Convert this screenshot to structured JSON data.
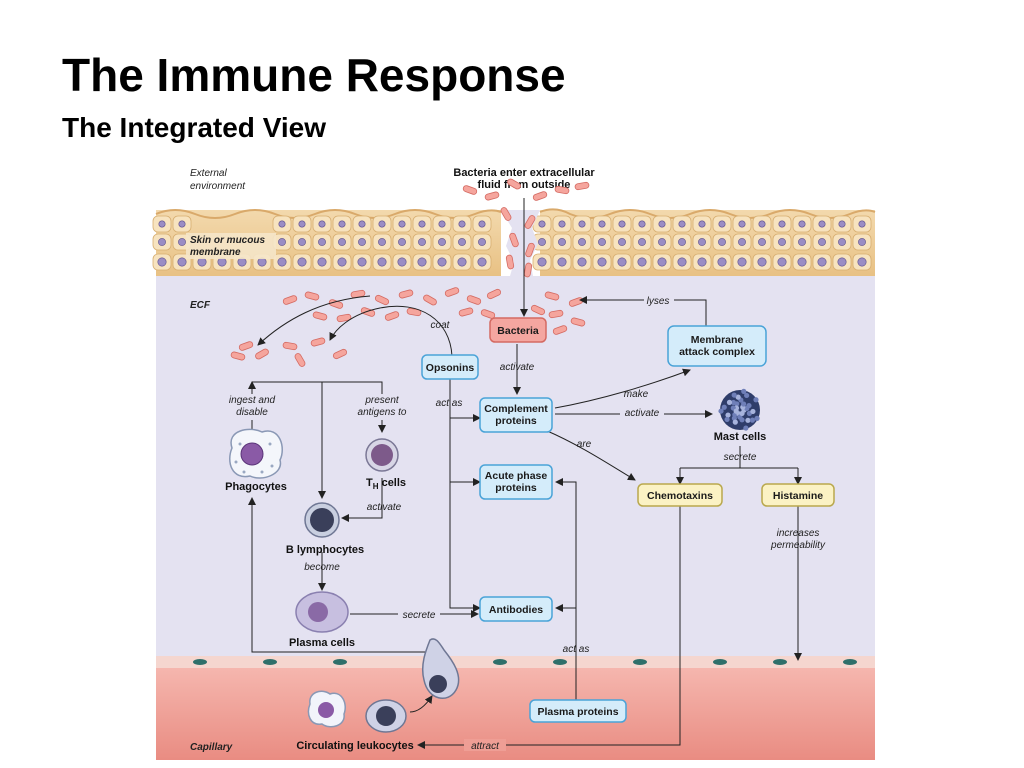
{
  "header": {
    "title": "The Immune Response",
    "subtitle": "The Integrated View"
  },
  "regions": {
    "external": [
      "External",
      "environment"
    ],
    "skin": [
      "Skin or mucous",
      "membrane"
    ],
    "ecf": "ECF",
    "capillary": "Capillary"
  },
  "top_note": [
    "Bacteria enter extracellular",
    "fluid from outside"
  ],
  "boxes": {
    "bacteria": [
      "Bacteria"
    ],
    "opsonins": [
      "Opsonins"
    ],
    "complement": [
      "Complement",
      "proteins"
    ],
    "acute_phase": [
      "Acute phase",
      "proteins"
    ],
    "antibodies": [
      "Antibodies"
    ],
    "membrane_attack": [
      "Membrane",
      "attack complex"
    ],
    "chemotaxins": [
      "Chemotaxins"
    ],
    "histamine": [
      "Histamine"
    ],
    "plasma_proteins": [
      "Plasma proteins"
    ]
  },
  "cells": {
    "phagocytes": "Phagocytes",
    "th_main": "T",
    "th_sub": "H",
    "th_rest": " cells",
    "b_lymph": "B lymphocytes",
    "plasma_cells": "Plasma cells",
    "mast_cells": "Mast cells",
    "circulating": "Circulating leukocytes"
  },
  "arrow_labels": {
    "coat": "coat",
    "activate1": "activate",
    "act_as1": "act as",
    "make": "make",
    "activate2": "activate",
    "are": "are",
    "lyses": "lyses",
    "ingest": [
      "ingest and",
      "disable"
    ],
    "present": [
      "present",
      "antigens to"
    ],
    "activate3": "activate",
    "become": "become",
    "secrete1": "secrete",
    "secrete2": "secrete",
    "increases": [
      "increases",
      "permeability"
    ],
    "act_as2": "act as",
    "attract": "attract"
  },
  "colors": {
    "bacteria_box": "#f4a6a0",
    "blue_box": "#d4ecfa",
    "yellow_box": "#fbf2c4",
    "ecf_bg": "#e4e2f1",
    "capillary_bg": "#ef9e95",
    "skin_bg": "#efcf9c"
  }
}
